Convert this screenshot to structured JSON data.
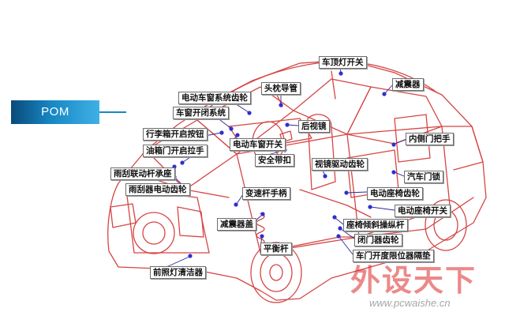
{
  "banner": {
    "text": "POM"
  },
  "labels": {
    "l01": "车顶灯开关",
    "l02": "减震器",
    "l03": "头枕导管",
    "l04": "电动车窗系统齿轮",
    "l05": "车窗开闭系统",
    "l06": "行李箱开启按钮",
    "l07": "后视镜",
    "l08": "内侧门把手",
    "l09": "电动车窗开关",
    "l10": "油箱门开启拉手",
    "l11": "安全带扣",
    "l12": "视镜驱动齿轮",
    "l13": "汽车门锁",
    "l14": "雨刮联动杆承座",
    "l15": "雨刮器电动齿轮",
    "l16": "电动座椅齿轮",
    "l17": "变速杆手柄",
    "l18": "电动座椅开关",
    "l19": "减震器盖",
    "l20": "座椅倾斜操纵杆",
    "l21": "闭门器齿轮",
    "l22": "平衡杆",
    "l23": "车门开度限位器隔垫",
    "l24": "前照灯清洁器"
  },
  "watermark": {
    "cn": "外设天下",
    "url": "www.pcwaishe.cn"
  },
  "colors": {
    "car_outline": "#d64545",
    "leader": "#2a2a9a",
    "marker": "#2f2fd0",
    "banner": "#1787c4"
  }
}
